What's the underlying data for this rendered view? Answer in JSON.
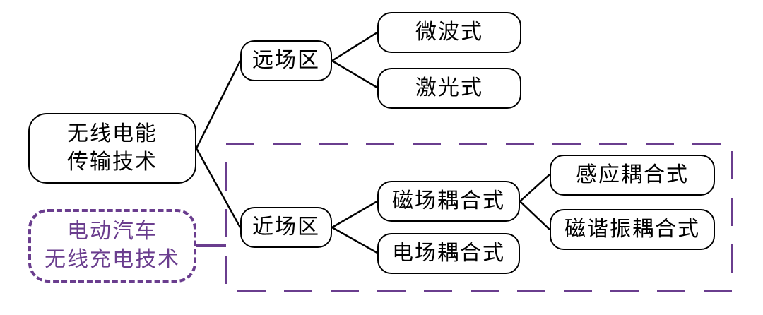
{
  "colors": {
    "line": "#000000",
    "accent": "#6a3d8e",
    "node_border": "#000000",
    "background": "#ffffff"
  },
  "nodes": {
    "root": "无线电能\n传输技术",
    "far_field": "远场区",
    "microwave": "微波式",
    "laser": "激光式",
    "near_field": "近场区",
    "magnetic_coupling": "磁场耦合式",
    "electric_coupling": "电场耦合式",
    "inductive_coupling": "感应耦合式",
    "magnetic_resonance": "磁谐振耦合式",
    "ev_wireless_charging": "电动汽车\n无线充电技术"
  }
}
